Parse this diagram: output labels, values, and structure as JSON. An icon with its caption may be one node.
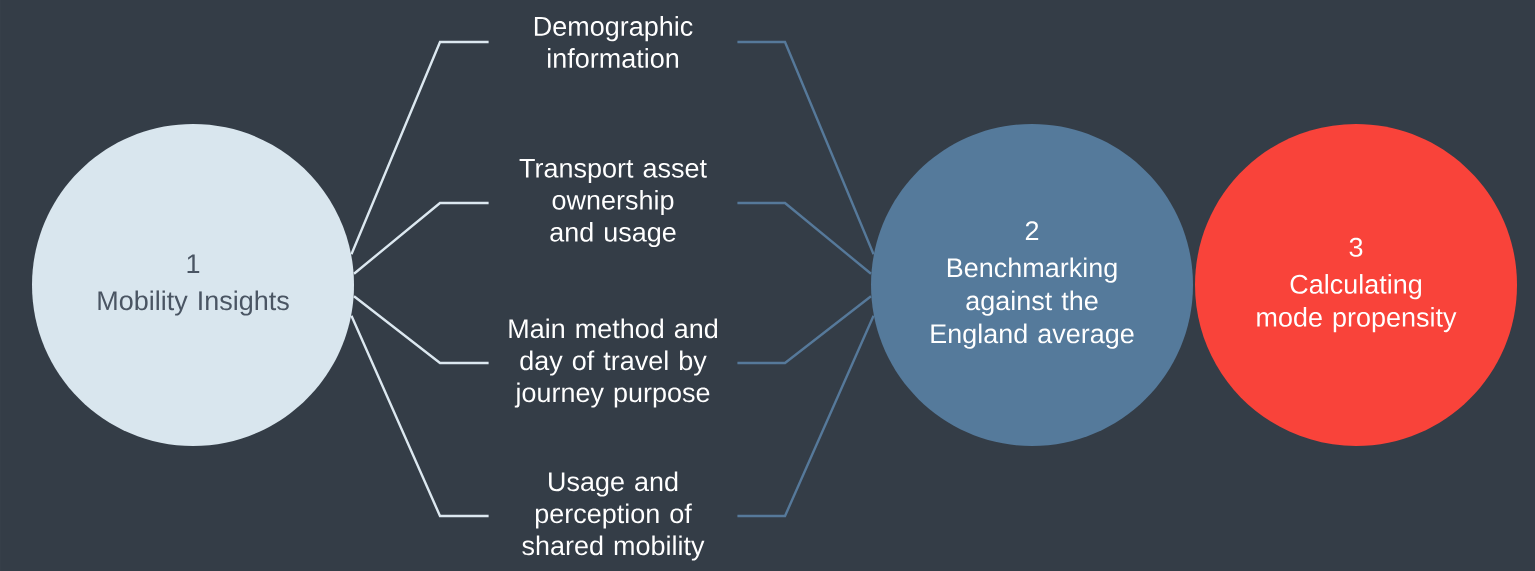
{
  "diagram": {
    "nodes": [
      {
        "text": [
          "1",
          "Mobility Insights"
        ]
      },
      {
        "text": [
          "Demographic information"
        ]
      },
      {
        "text": [
          "Transport asset ownership and usage"
        ]
      },
      {
        "text": [
          "Main method and day of travel by journey purpose"
        ]
      },
      {
        "text": [
          "Usage and perception of shared mobility"
        ]
      },
      {
        "text": [
          "2",
          "Benchmarking against the England average"
        ]
      },
      {
        "text": [
          "3",
          "Calculating mode propensity"
        ]
      }
    ],
    "edges": [
      {
        "from": 0,
        "to": 1,
        "arrow": "none"
      },
      {
        "from": 0,
        "to": 2,
        "arrow": "none"
      },
      {
        "from": 0,
        "to": 3,
        "arrow": "none"
      },
      {
        "from": 0,
        "to": 4,
        "arrow": "none"
      },
      {
        "from": 1,
        "to": 5,
        "arrow": "none",
        "color": "#56799a"
      },
      {
        "from": 2,
        "to": 5,
        "arrow": "none",
        "color": "#56799a"
      },
      {
        "from": 3,
        "to": 5,
        "arrow": "none",
        "color": "#56799a"
      },
      {
        "from": 4,
        "to": 5,
        "arrow": "none",
        "color": "#56799a"
      }
    ]
  }
}
